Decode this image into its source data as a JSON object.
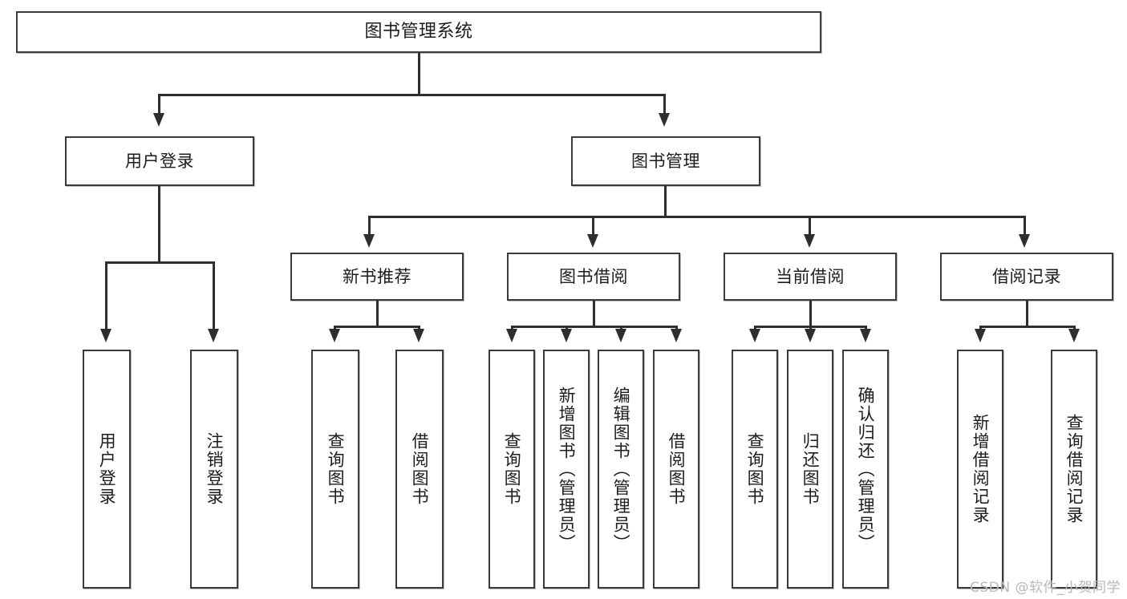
{
  "diagram": {
    "title": "图书管理系统",
    "watermark": "CSDN @软件_小贺同学",
    "colors": {
      "box_border": "#3a3a3a",
      "connector": "#2e2e2e",
      "background": "#ffffff",
      "watermark": "#b9b9b9"
    },
    "levels": {
      "root": {
        "label": "图书管理系统"
      },
      "level2": [
        {
          "label": "用户登录"
        },
        {
          "label": "图书管理"
        }
      ],
      "level3": [
        {
          "label": "新书推荐"
        },
        {
          "label": "图书借阅"
        },
        {
          "label": "当前借阅"
        },
        {
          "label": "借阅记录"
        }
      ],
      "level4": {
        "user_login": [
          {
            "label": "用户登录"
          },
          {
            "label": "注销登录"
          }
        ],
        "new_book_recommend": [
          {
            "label": "查询图书"
          },
          {
            "label": "借阅图书"
          }
        ],
        "book_borrow": [
          {
            "label": "查询图书"
          },
          {
            "label": "新增图书（管理员）"
          },
          {
            "label": "编辑图书（管理员）"
          },
          {
            "label": "借阅图书"
          }
        ],
        "current_borrow": [
          {
            "label": "查询图书"
          },
          {
            "label": "归还图书"
          },
          {
            "label": "确认归还（管理员）"
          }
        ],
        "borrow_record": [
          {
            "label": "新增借阅记录"
          },
          {
            "label": "查询借阅记录"
          }
        ]
      }
    }
  }
}
